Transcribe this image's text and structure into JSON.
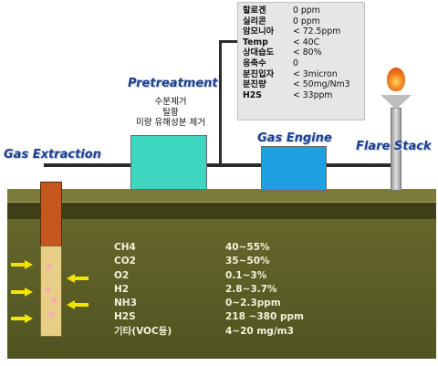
{
  "labels": {
    "pretreatment": "Pretreatment",
    "gas_engine": "Gas Engine",
    "flare_stack": "Flare Stack",
    "gas_extraction": "Gas Extraction"
  },
  "pretreatment_notes": [
    "수분제거",
    "탈황",
    "미량 유해성분 제거"
  ],
  "spec_table": [
    {
      "name": "할로겐",
      "value": "0 ppm"
    },
    {
      "name": "실리콘",
      "value": "0 ppm"
    },
    {
      "name": "암모니아",
      "value": "< 72.5ppm"
    },
    {
      "name": "Temp",
      "value": "< 40C"
    },
    {
      "name": "상대습도",
      "value": "< 80%"
    },
    {
      "name": "응축수",
      "value": "0"
    },
    {
      "name": "분진입자",
      "value": "< 3micron"
    },
    {
      "name": "분진량",
      "value": "< 50mg/Nm3"
    },
    {
      "name": "H2S",
      "value": "< 33ppm"
    }
  ],
  "composition": [
    {
      "name": "CH4",
      "value": "40~55%"
    },
    {
      "name": "CO2",
      "value": "35~50%"
    },
    {
      "name": "O2",
      "value": "0.1~3%"
    },
    {
      "name": "H2",
      "value": "2.8~3.7%"
    },
    {
      "name": "NH3",
      "value": "0~2.3ppm"
    },
    {
      "name": "H2S",
      "value": "218 ~380 ppm"
    },
    {
      "name": "기타(VOC등)",
      "value": "4~20 mg/m3"
    }
  ],
  "colors": {
    "pretreatment_box": "#3fd6c0",
    "gas_engine_box": "#1fa0e0",
    "well_casing": "#c4561e",
    "well_fill": "#e8cf87",
    "arrow": "#f2e600",
    "flame": "#e85a10"
  }
}
